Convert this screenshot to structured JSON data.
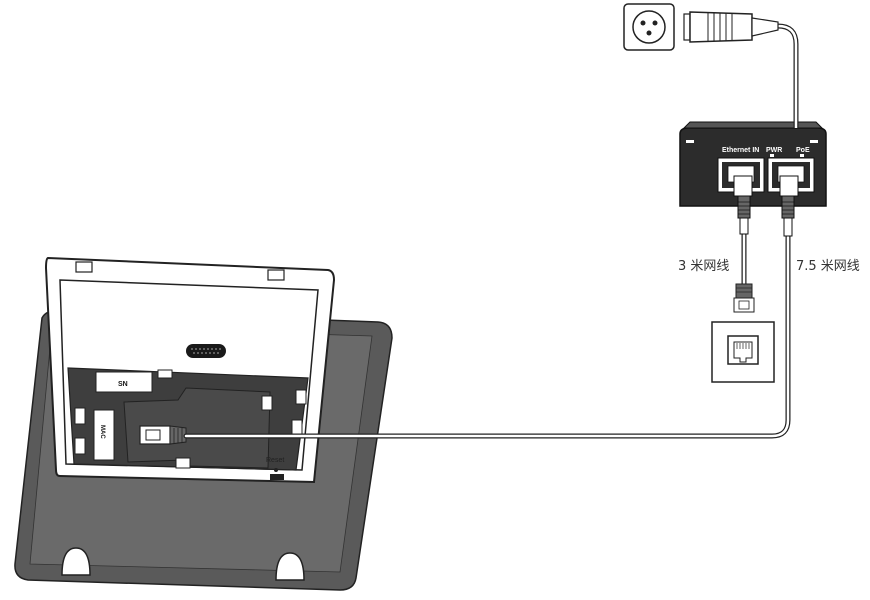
{
  "labels": {
    "cable_3m": "3 米网线",
    "cable_7_5m": "7.5 米网线",
    "sn": "SN",
    "mac": "MAC",
    "reset": "Reset"
  },
  "poe_injector": {
    "port_ethernet_in": "Ethernet IN",
    "port_pwr": "PWR",
    "port_poe": "PoE"
  },
  "colors": {
    "device_body": "#5a5a5a",
    "device_panel": "#ffffff",
    "injector_body": "#2c2c2c",
    "cable": "#8a8a8a",
    "line": "#2a2a2a"
  }
}
